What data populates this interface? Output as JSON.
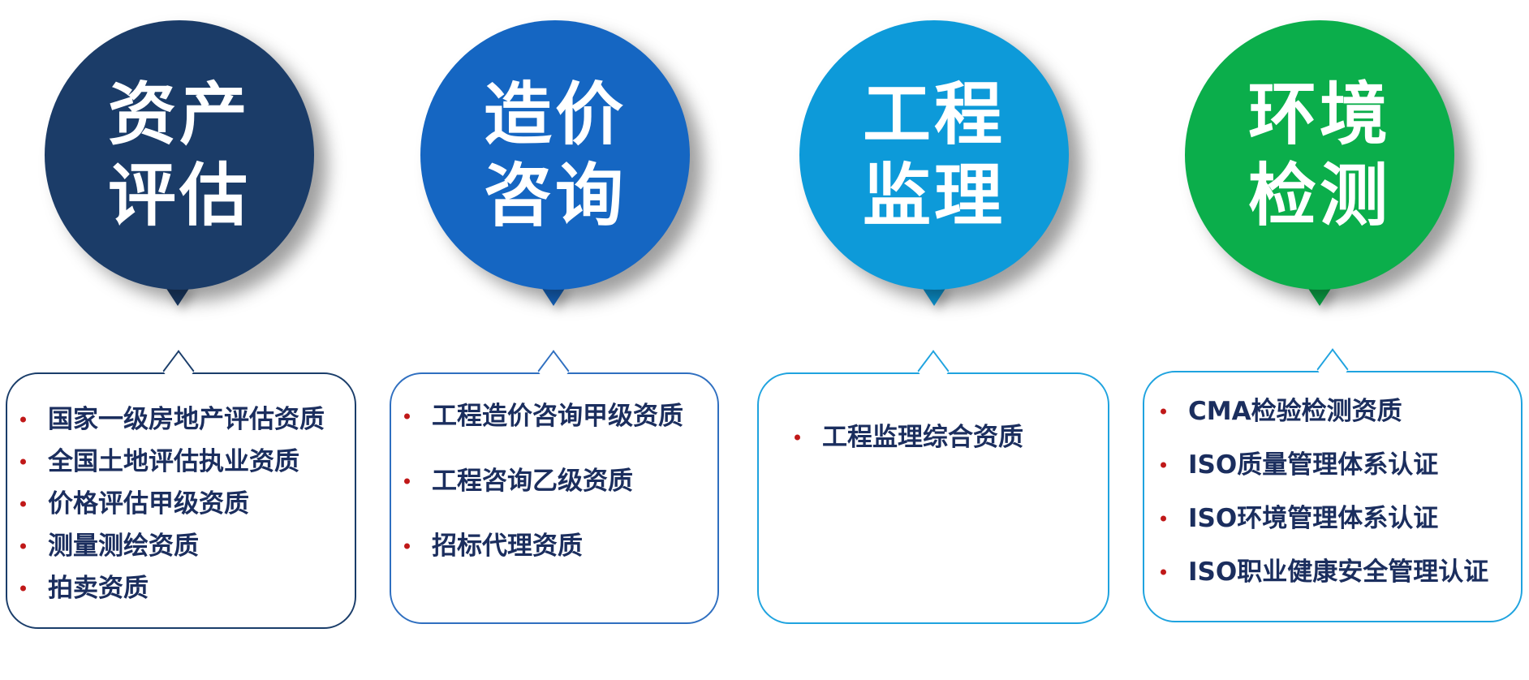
{
  "colors": {
    "asset": "#1b3c68",
    "cost": "#1566c2",
    "supervision": "#0d9ad9",
    "environment": "#0bae4b",
    "bullet": "#c01818",
    "text": "#1b2e5e"
  },
  "categories": [
    {
      "key": "asset",
      "title_lines": [
        "资产",
        "评估"
      ],
      "items": [
        "国家一级房地产评估资质",
        "全国土地评估执业资质",
        "价格评估甲级资质",
        "测量测绘资质",
        "拍卖资质"
      ]
    },
    {
      "key": "cost",
      "title_lines": [
        "造价",
        "咨询"
      ],
      "items": [
        "工程造价咨询甲级资质",
        "工程咨询乙级资质",
        "招标代理资质"
      ]
    },
    {
      "key": "supervision",
      "title_lines": [
        "工程",
        "监理"
      ],
      "items": [
        "工程监理综合资质"
      ]
    },
    {
      "key": "environment",
      "title_lines": [
        "环境",
        "检测"
      ],
      "items": [
        "CMA检验检测资质",
        "ISO质量管理体系认证",
        "ISO环境管理体系认证",
        "ISO职业健康安全管理认证"
      ]
    }
  ]
}
